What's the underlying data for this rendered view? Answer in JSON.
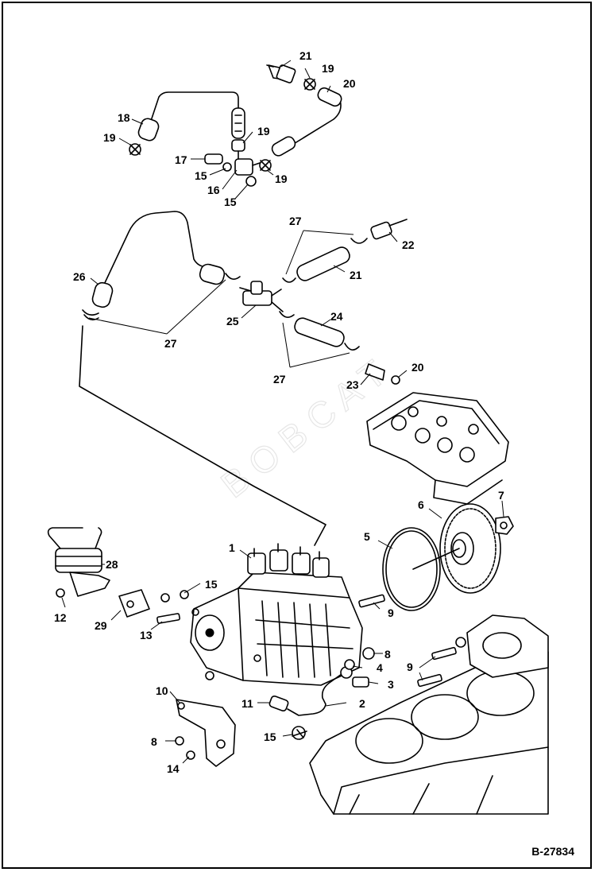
{
  "diagram": {
    "reference_code": "B-27834",
    "callouts": {
      "c21_top": "21",
      "c19_top": "19",
      "c20_top": "20",
      "c18": "18",
      "c19_left": "19",
      "c19_mid": "19",
      "c17": "17",
      "c15_a": "15",
      "c19_right": "19",
      "c16": "16",
      "c15_b": "15",
      "c27_top": "27",
      "c22": "22",
      "c26": "26",
      "c21_mid": "21",
      "c25": "25",
      "c24": "24",
      "c27_left": "27",
      "c27_bottom": "27",
      "c20_mid": "20",
      "c23": "23",
      "c6": "6",
      "c7": "7",
      "c5": "5",
      "c1": "1",
      "c28": "28",
      "c15_c": "15",
      "c12": "12",
      "c29": "29",
      "c13": "13",
      "c9_a": "9",
      "c8_a": "8",
      "c4": "4",
      "c3": "3",
      "c9_b": "9",
      "c10": "10",
      "c11": "11",
      "c2": "2",
      "c8_b": "8",
      "c15_d": "15",
      "c14": "14"
    }
  }
}
